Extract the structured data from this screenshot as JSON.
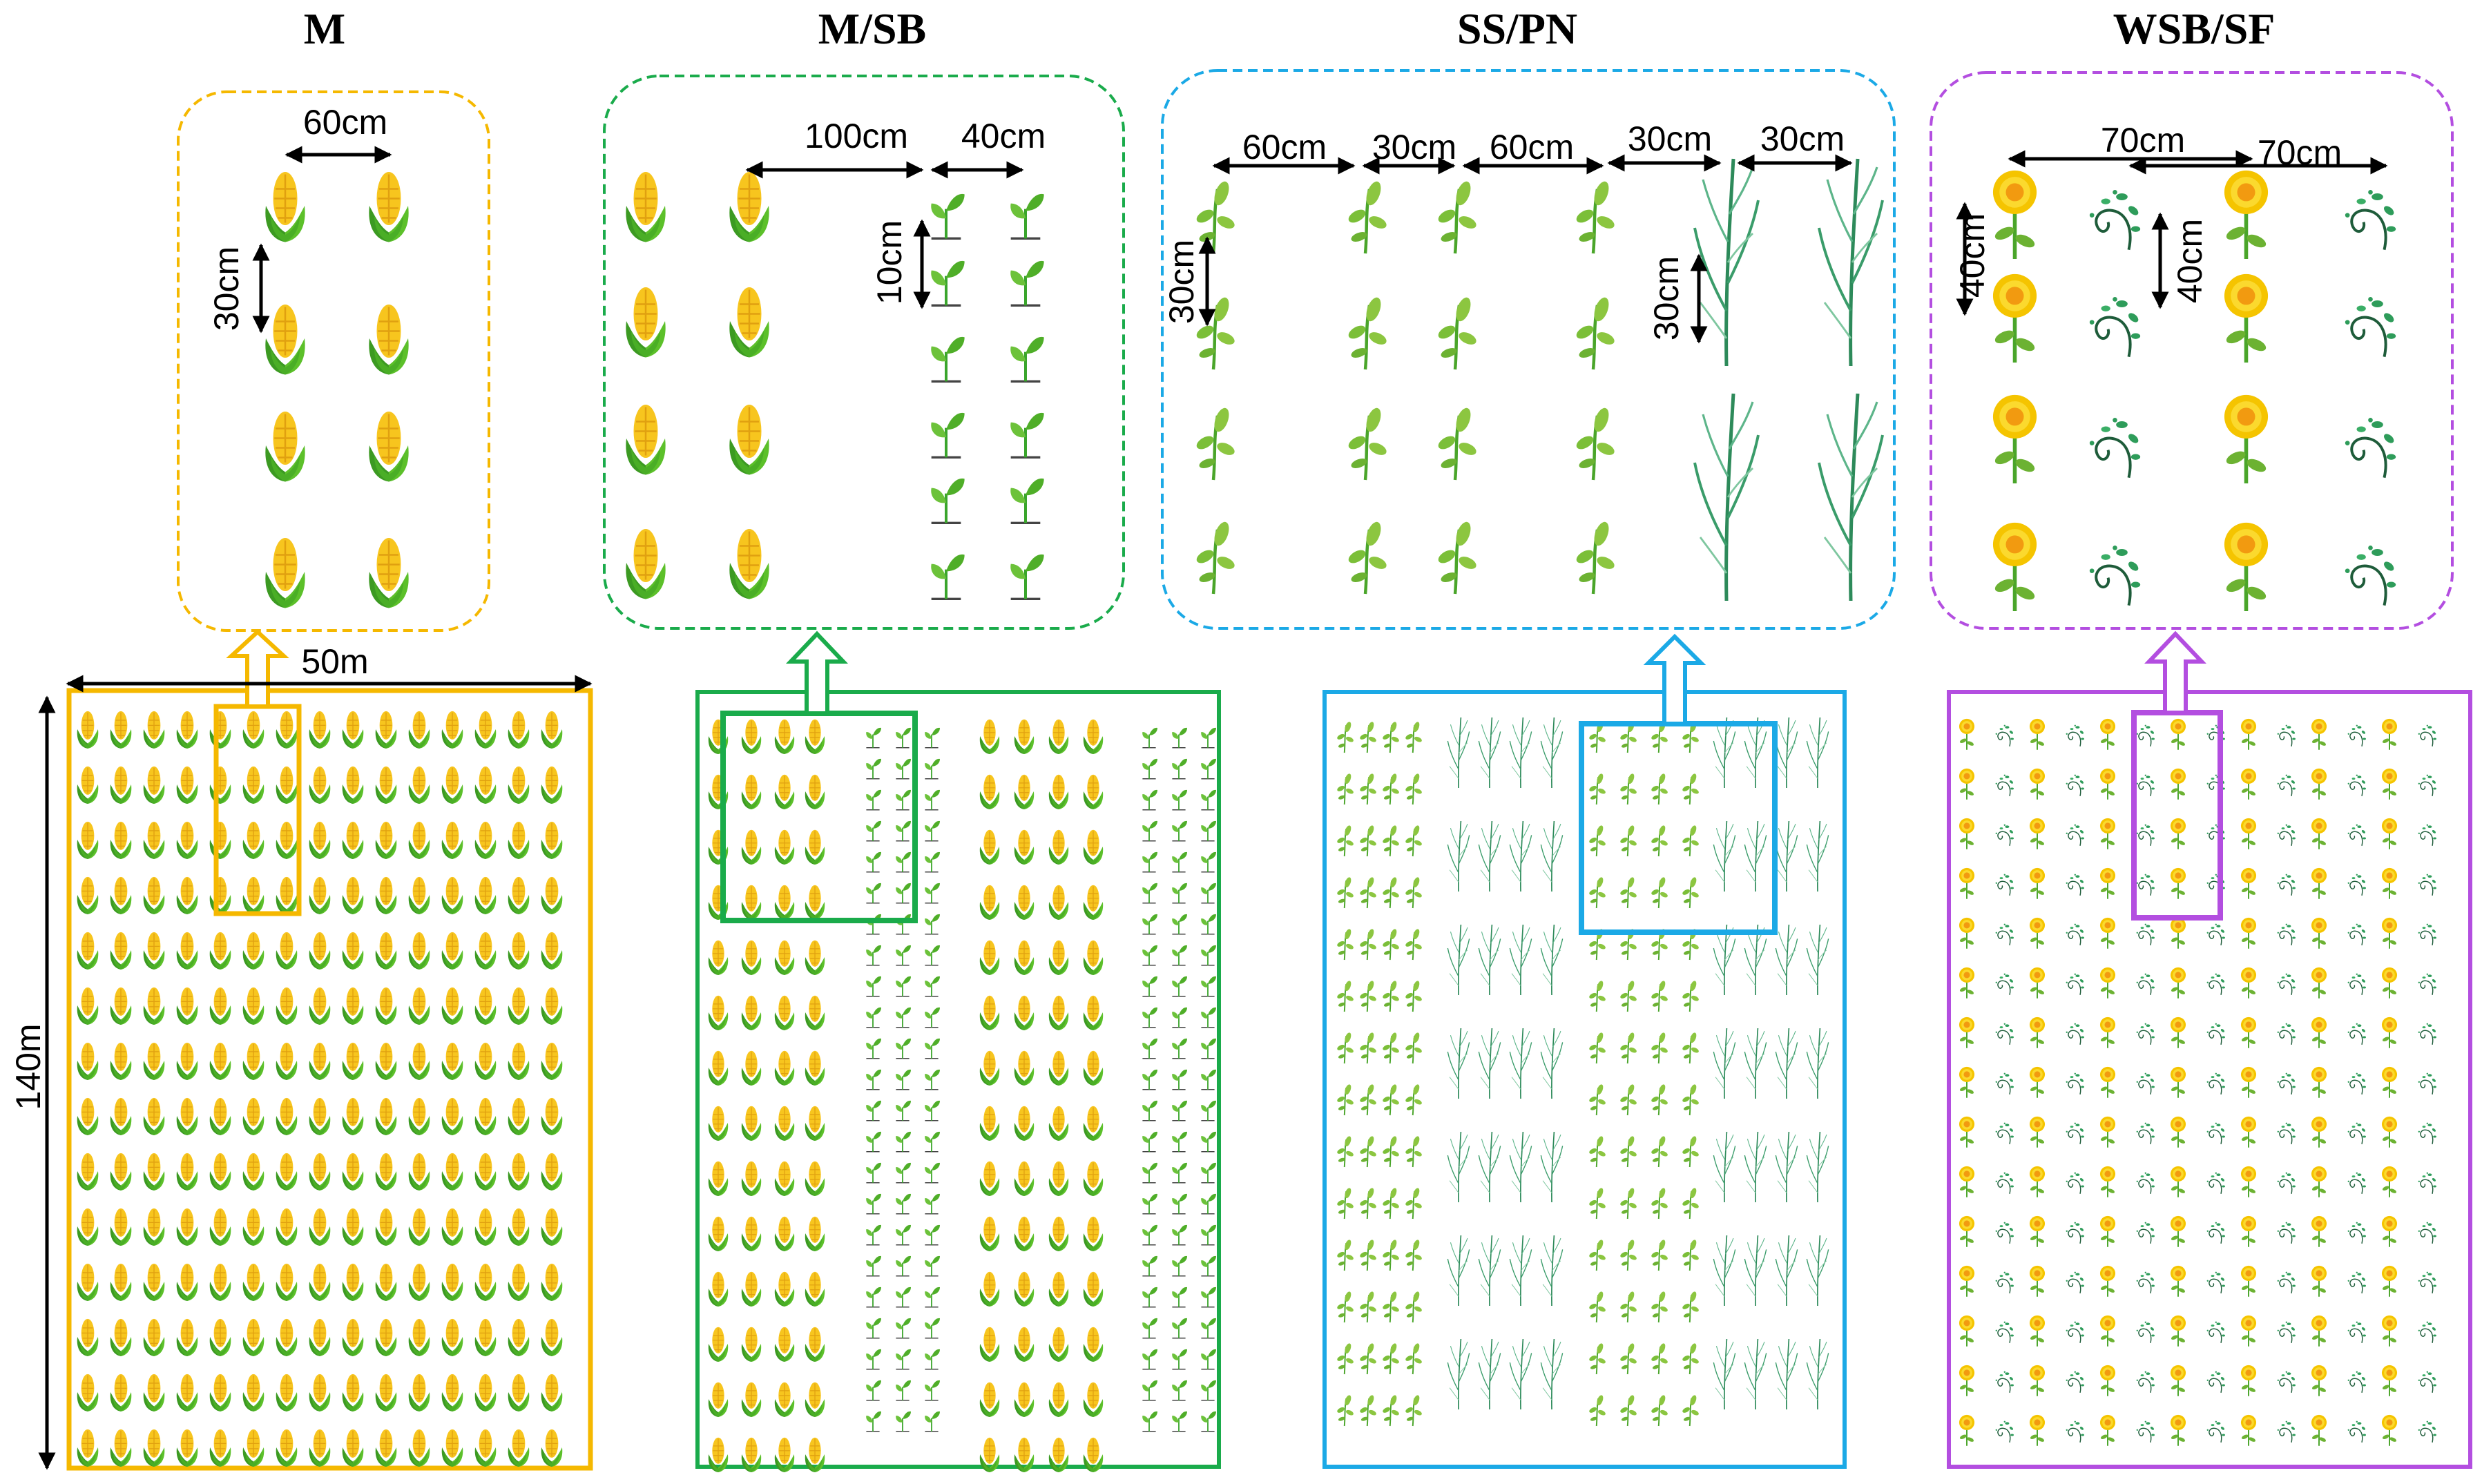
{
  "panels": [
    {
      "id": "m",
      "title": "M",
      "color": "#f5b800",
      "crops": [
        "maize-icon"
      ],
      "dims": {
        "col_spacing": "60cm",
        "row_spacing": "30cm"
      }
    },
    {
      "id": "msb",
      "title": "M/SB",
      "color": "#1aab4b",
      "crops": [
        "maize-icon",
        "soybean-icon"
      ],
      "dims": {
        "strip_gap": "100cm",
        "soy_col_spacing": "40cm",
        "soy_row_spacing": "10cm"
      }
    },
    {
      "id": "sspn",
      "title": "SS/PN",
      "color": "#1ba9e6",
      "crops": [
        "sunflower-seedling-icon",
        "pennisetum-icon"
      ],
      "dims": {
        "a": "60cm",
        "b": "30cm",
        "c": "60cm",
        "d": "30cm",
        "e": "30cm",
        "row_spacing": "30cm"
      }
    },
    {
      "id": "wsbsf",
      "title": "WSB/SF",
      "color": "#b34ee0",
      "crops": [
        "sunflower-icon",
        "wild-soybean-icon"
      ],
      "dims": {
        "a": "70cm",
        "b": "70cm",
        "row_spacing_left": "40cm",
        "row_spacing_mid": "40cm"
      }
    }
  ],
  "field": {
    "width_label": "50m",
    "length_label": "140m"
  }
}
